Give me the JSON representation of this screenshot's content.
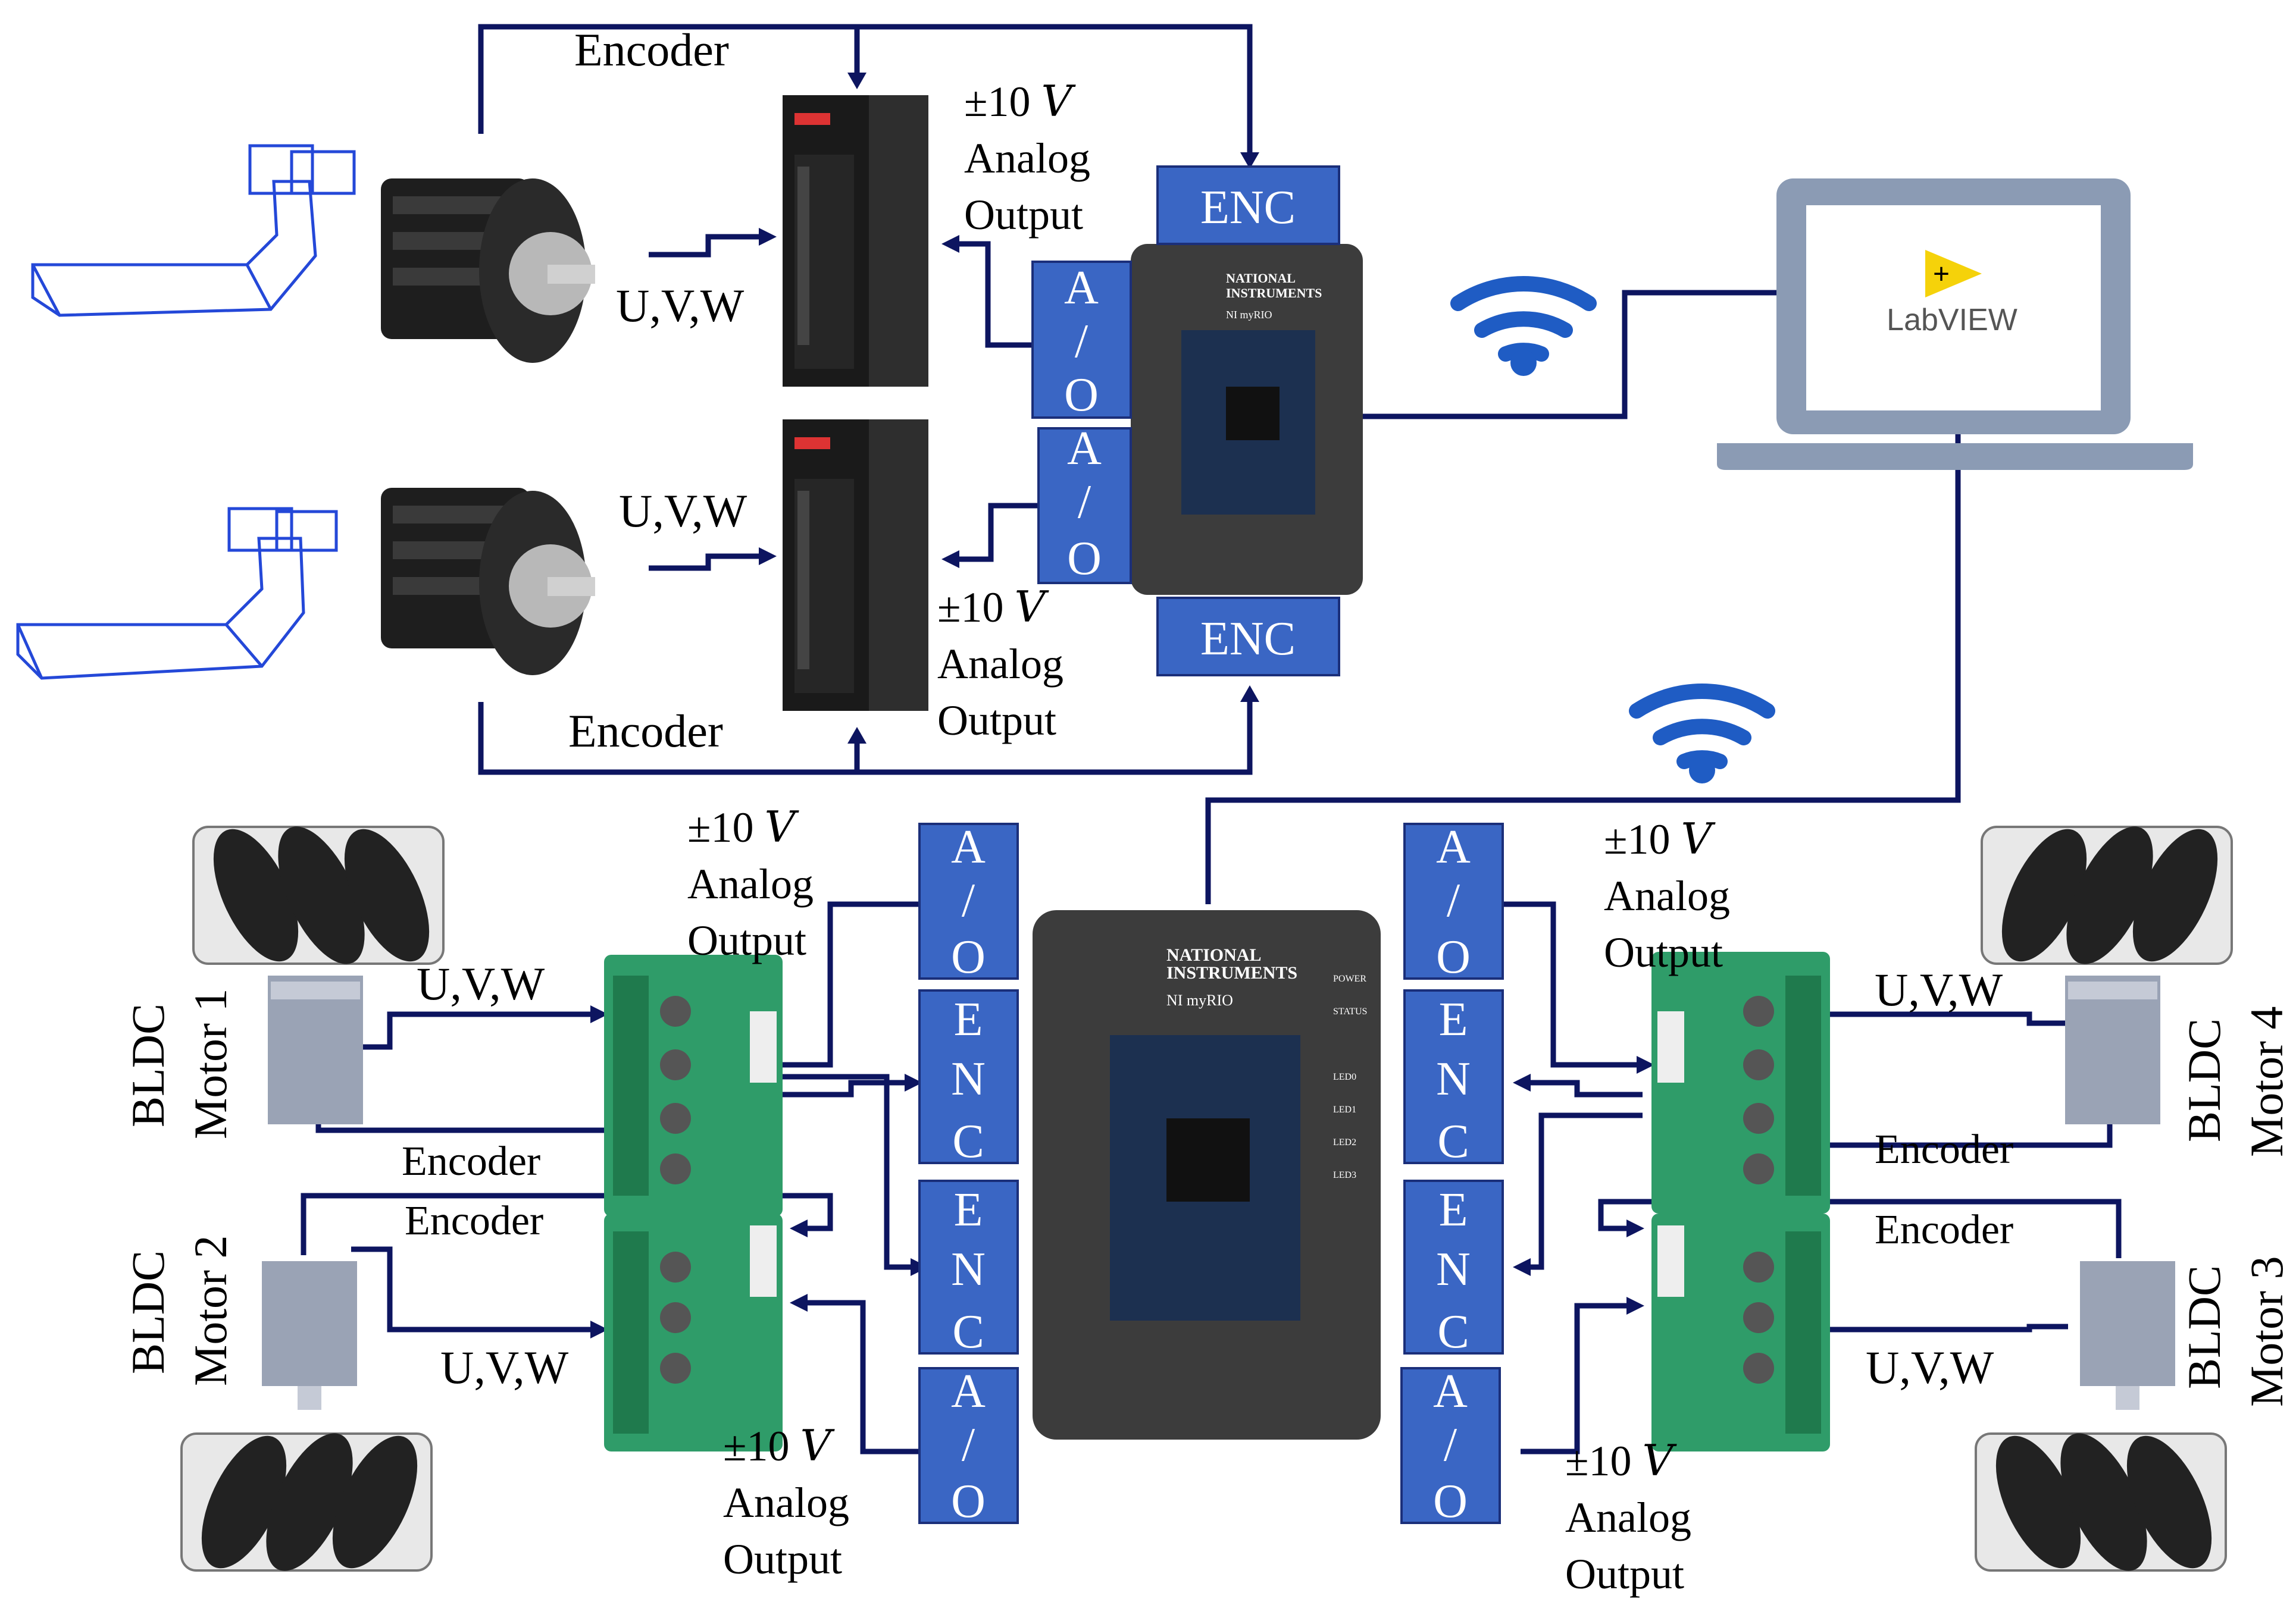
{
  "diagram": {
    "top": {
      "encoder_top": "Encoder",
      "encoder_bottom": "Encoder",
      "uvw_1": "U,V,W",
      "uvw_2": "U,V,W",
      "ao_1": {
        "volt": "±10 𝑉",
        "l1": "Analog",
        "l2": "Output"
      },
      "ao_2": {
        "volt": "±10 𝑉",
        "l1": "Analog",
        "l2": "Output"
      },
      "enc_block_top": "ENC",
      "enc_block_bottom": "ENC",
      "ao_block_1": [
        "A",
        "/",
        "O"
      ],
      "ao_block_2": [
        "A",
        "/",
        "O"
      ]
    },
    "myrio_top": {
      "brand_1": "NATIONAL",
      "brand_2": "INSTRUMENTS",
      "model": "NI myRIO"
    },
    "myrio_bottom": {
      "brand_1": "NATIONAL",
      "brand_2": "INSTRUMENTS",
      "model": "NI myRIO",
      "led_labels": [
        "POWER",
        "STATUS",
        "",
        "LED0",
        "LED1",
        "LED2",
        "LED3"
      ]
    },
    "laptop": {
      "app_name": "LabVIEW",
      "logo_symbol": "+"
    },
    "bottom_left": {
      "motor1": {
        "line1": "BLDC",
        "line2": "Motor 1"
      },
      "motor2": {
        "line1": "BLDC",
        "line2": "Motor 2"
      },
      "uvw_1": "U,V,W",
      "uvw_2": "U,V,W",
      "encoder_1": "Encoder",
      "encoder_2": "Encoder",
      "ao_1": {
        "volt": "±10 𝑉",
        "l1": "Analog",
        "l2": "Output"
      },
      "ao_2": {
        "volt": "±10 𝑉",
        "l1": "Analog",
        "l2": "Output"
      },
      "blocks": {
        "ao_a": [
          "A",
          "/",
          "O"
        ],
        "enc_a": [
          "E",
          "N",
          "C"
        ],
        "enc_b": [
          "E",
          "N",
          "C"
        ],
        "ao_b": [
          "A",
          "/",
          "O"
        ]
      }
    },
    "bottom_right": {
      "motor4": {
        "line1": "BLDC",
        "line2": "Motor 4"
      },
      "motor3": {
        "line1": "BLDC",
        "line2": "Motor 3"
      },
      "uvw_4": "U,V,W",
      "uvw_3": "U,V,W",
      "encoder_4": "Encoder",
      "encoder_3": "Encoder",
      "ao_4": {
        "volt": "±10 𝑉",
        "l1": "Analog",
        "l2": "Output"
      },
      "ao_3": {
        "volt": "±10 𝑉",
        "l1": "Analog",
        "l2": "Output"
      },
      "blocks": {
        "ao_a": [
          "A",
          "/",
          "O"
        ],
        "enc_a": [
          "E",
          "N",
          "C"
        ],
        "enc_b": [
          "E",
          "N",
          "C"
        ],
        "ao_b": [
          "A",
          "/",
          "O"
        ]
      }
    },
    "colors": {
      "wire": "#0d1560",
      "block": "#3a66c4",
      "device": "#3c3c3c",
      "board": "#2f9c69",
      "laptop": "#8b9bb4",
      "labview_yellow": "#f5d20a"
    }
  }
}
